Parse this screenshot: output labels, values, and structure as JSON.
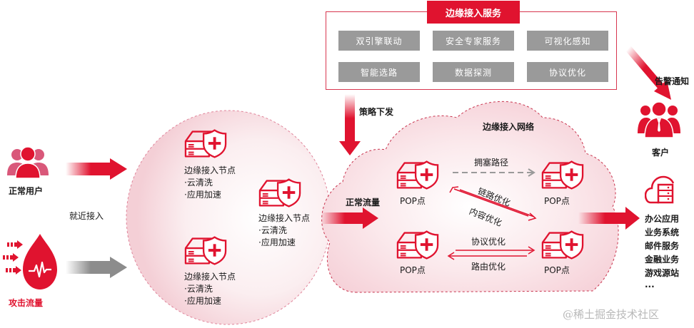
{
  "colors": {
    "accent_red": "#e0132f",
    "light_red": "#d8364f",
    "gray_button": "#9a9a9a",
    "gray_arrow": "#8c8c8c"
  },
  "service_panel": {
    "title": "边缘接入服务",
    "items": [
      "双引擎联动",
      "安全专家服务",
      "可视化感知",
      "智能选路",
      "数据探测",
      "协议优化"
    ]
  },
  "labels": {
    "policy_delivery": "策略下发",
    "alert_notification": "告警通知",
    "nearby_access": "就近接入",
    "normal_traffic": "正常流量",
    "edge_network": "边缘接入网络"
  },
  "sources": {
    "normal_users": {
      "icon": "users-icon",
      "label": "正常用户"
    },
    "attack_traffic": {
      "icon": "attack-drop-icon",
      "label": "攻击流量"
    }
  },
  "edge_nodes": [
    {
      "icon": "server-shield-icon",
      "title": "边缘接入节点",
      "features": [
        "·云清洗",
        "·应用加速"
      ]
    },
    {
      "icon": "server-shield-icon",
      "title": "边缘接入节点",
      "features": [
        "·云清洗",
        "·应用加速"
      ]
    },
    {
      "icon": "server-shield-icon",
      "title": "边缘接入节点",
      "features": [
        "·云清洗",
        "·应用加速"
      ]
    }
  ],
  "pop_nodes": [
    {
      "icon": "server-shield-icon",
      "label": "POP点"
    },
    {
      "icon": "server-shield-icon",
      "label": "POP点"
    },
    {
      "icon": "server-shield-icon",
      "label": "POP点"
    },
    {
      "icon": "server-shield-icon",
      "label": "POP点"
    }
  ],
  "links": {
    "congested_path": "拥塞路径",
    "link_optimization": "链路优化",
    "content_optimization": "内容优化",
    "protocol_optimization": "协议优化",
    "routing_optimization": "路由优化"
  },
  "customer": {
    "icon": "customer-group-icon",
    "label": "客户"
  },
  "destinations": {
    "icon": "cloud-server-icon",
    "items": [
      "办公应用",
      "业务系统",
      "邮件服务",
      "金融业务",
      "游戏源站",
      "..."
    ]
  },
  "watermark": "@稀土掘金技术社区"
}
